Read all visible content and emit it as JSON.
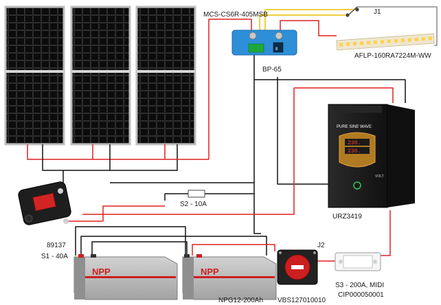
{
  "components": {
    "controller": {
      "label": "MCS-CS6R-405MSB",
      "device": "BP-65"
    },
    "switch": {
      "label": "J1"
    },
    "led_strip": {
      "label": "AFLP-160RA7224M-WW"
    },
    "inverter": {
      "label": "URZ3419",
      "front_text": "PURE SINE WAVE",
      "display_top": "230.",
      "display_bottom": "230.",
      "brand": "VOLT"
    },
    "fuse_s2": {
      "label": "S2 - 10A"
    },
    "breaker": {
      "code": "89137",
      "label": "S1 - 40A"
    },
    "batteries": {
      "brand": "NPP",
      "label": "NPG12-200Ah"
    },
    "disconnect": {
      "tag": "J2",
      "label": "VBS127010010"
    },
    "fuse_s3": {
      "label_line1": "S3 - 200A, MIDI",
      "label_line2": "CIP000050001"
    }
  },
  "colors": {
    "wire_red": "#e02020",
    "wire_black": "#111111",
    "wire_yellow": "#e8c200",
    "wire_gray": "#8a8a8a",
    "battery_gray": "#b9b9b9",
    "battery_red": "#cc1f1f",
    "controller_blue": "#2d8fd8",
    "inverter_body": "#1c1c1c",
    "display_red": "#ff3b2f"
  },
  "icons": [
    "solar-panel-icon",
    "battery-icon",
    "breaker-icon",
    "fuse-icon",
    "inverter-icon",
    "switch-icon",
    "led-strip-icon",
    "disconnect-switch-icon"
  ]
}
